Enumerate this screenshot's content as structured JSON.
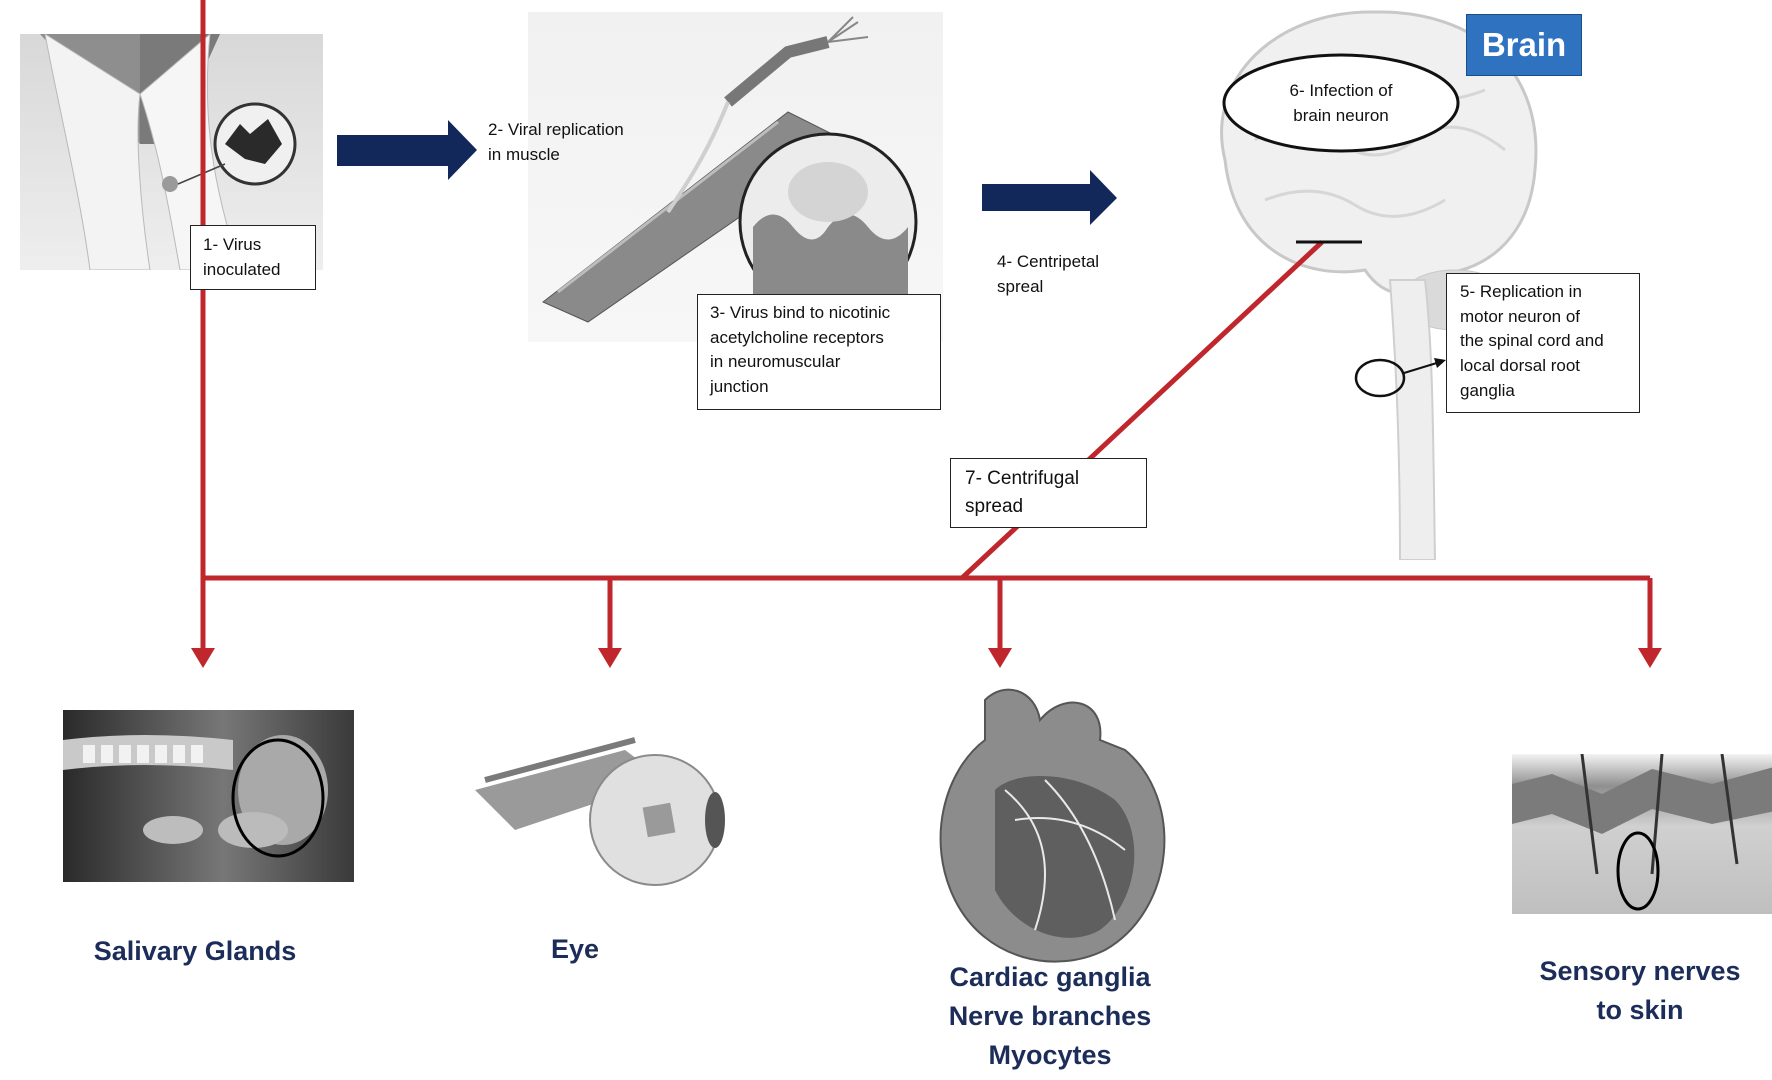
{
  "steps": {
    "s1": {
      "line1": "1- Virus",
      "line2": "inoculated"
    },
    "s2": {
      "line1": "2- Viral replication",
      "line2": "in muscle"
    },
    "s3": {
      "line1": "3- Virus bind to nicotinic",
      "line2": "acetylcholine receptors",
      "line3": "in  neuromuscular",
      "line4": "junction"
    },
    "s4": {
      "line1": "4- Centripetal",
      "line2": "spreal"
    },
    "s5": {
      "line1": "5- Replication in",
      "line2": "motor neuron  of",
      "line3": "the spinal cord and",
      "line4": "local dorsal  root",
      "line5": "ganglia"
    },
    "s6": {
      "line1": "6- Infection of",
      "line2": "brain neuron"
    },
    "s7": {
      "line1": "7- Centrifugal",
      "line2": "spread"
    }
  },
  "brain_tag": "Brain",
  "targets": {
    "salivary": "Salivary Glands",
    "eye": "Eye",
    "cardiac": {
      "line1": "Cardiac ganglia",
      "line2": "Nerve branches",
      "line3": "Myocytes"
    },
    "skin": {
      "line1": "Sensory nerves",
      "line2": "to skin"
    }
  },
  "colors": {
    "arrow_navy": "#13285a",
    "spread_red": "#c0272d",
    "title_navy": "#1c2d5a",
    "brain_blue": "#2f73c0"
  }
}
